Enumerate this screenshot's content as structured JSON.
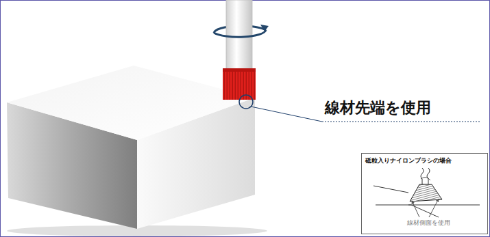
{
  "diagram": {
    "nodes": [
      {
        "text": [
          "砥粒入りナイロンブラシの場合",
          "線材側面を使用"
        ]
      }
    ],
    "labels": [
      "線材先端を使用"
    ]
  }
}
